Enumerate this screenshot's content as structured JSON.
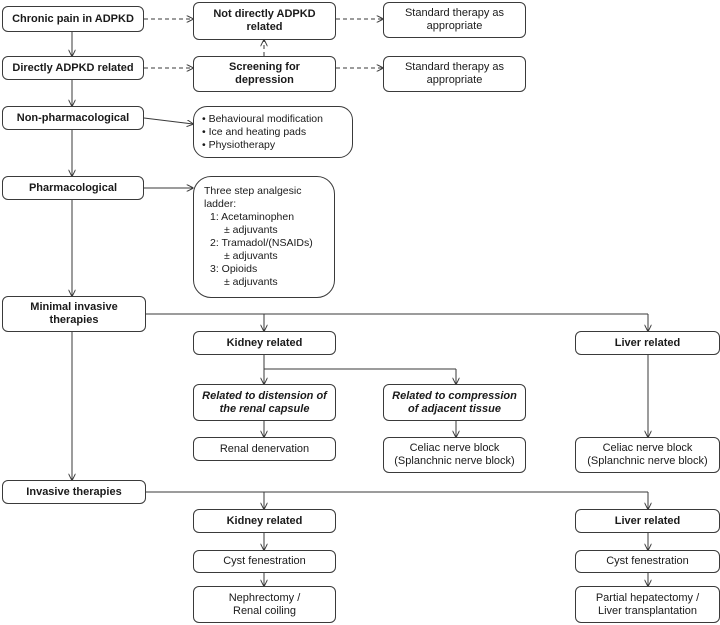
{
  "nodes": {
    "chronic_pain": "Chronic pain in ADPKD",
    "not_direct": "Not directly ADPKD related",
    "standard_1": "Standard therapy as appropriate",
    "direct": "Directly ADPKD related",
    "screening": "Screening for depression",
    "standard_2": "Standard therapy as appropriate",
    "non_pharm": "Non-pharmacological",
    "non_pharm_items": [
      "Behavioural modification",
      "Ice and heating  pads",
      "Physiotherapy"
    ],
    "pharm": "Pharmacological",
    "ladder": {
      "title_1": "Three step analgesic",
      "title_2": "ladder:",
      "step1": "1: Acetaminophen",
      "step1_adj": "± adjuvants",
      "step2": "2: Tramadol/(NSAIDs)",
      "step2_adj": "± adjuvants",
      "step3": "3: Opioids",
      "step3_adj": "± adjuvants"
    },
    "minimal": "Minimal invasive therapies",
    "kidney_1": "Kidney related",
    "liver_1": "Liver related",
    "distension": "Related to distension of the renal capsule",
    "compression": "Related to compression of adjacent tissue",
    "renal_denervation": "Renal denervation",
    "celiac_1_a": "Celiac nerve block",
    "celiac_1_b": "(Splanchnic nerve block)",
    "celiac_2_a": "Celiac nerve block",
    "celiac_2_b": "(Splanchnic nerve block)",
    "invasive": "Invasive therapies",
    "kidney_2": "Kidney related",
    "liver_2": "Liver related",
    "cyst_fen_1": "Cyst fenestration",
    "cyst_fen_2": "Cyst fenestration",
    "nephrectomy_a": "Nephrectomy /",
    "nephrectomy_b": "Renal coiling",
    "hepatectomy_a": "Partial hepatectomy /",
    "hepatectomy_b": "Liver transplantation"
  },
  "colors": {
    "stroke": "#3a3a3a",
    "text": "#1a1a1a"
  }
}
